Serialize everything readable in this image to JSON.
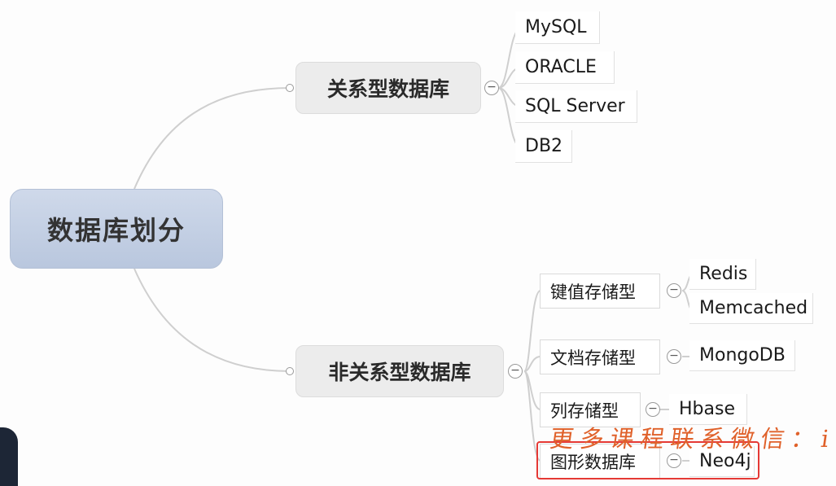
{
  "mindmap": {
    "root": "数据库划分",
    "relational": {
      "label": "关系型数据库",
      "children": [
        "MySQL",
        "ORACLE",
        "SQL Server",
        "DB2"
      ]
    },
    "nonrelational": {
      "label": "非关系型数据库",
      "children": [
        {
          "label": "键值存储型",
          "children": [
            "Redis",
            "Memcached"
          ]
        },
        {
          "label": "文档存储型",
          "children": [
            "MongoDB"
          ]
        },
        {
          "label": "列存储型",
          "children": [
            "Hbase"
          ]
        },
        {
          "label": "图形数据库",
          "children": [
            "Neo4j"
          ]
        }
      ]
    },
    "toggle_symbol": "−"
  },
  "watermark": "更多课程联系微信：it",
  "colors": {
    "highlight": "#e53935",
    "watermark": "#e0612a",
    "root_fill": "#c4d0e4"
  }
}
